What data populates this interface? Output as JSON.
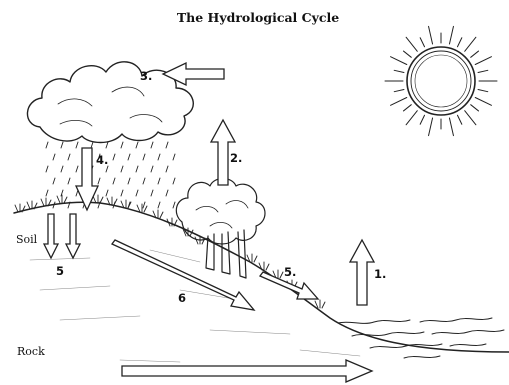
{
  "title": "The Hydrological Cycle",
  "labels": {
    "soil": "Soil",
    "rock": "Rock"
  },
  "arrows": {
    "a1": "1.",
    "a2": "2.",
    "a3": "3.",
    "a4": "4.",
    "a5_surface": "5.",
    "a5_soil": "5",
    "a6": "6"
  },
  "colors": {
    "ink": "#222222",
    "background": "#ffffff"
  }
}
